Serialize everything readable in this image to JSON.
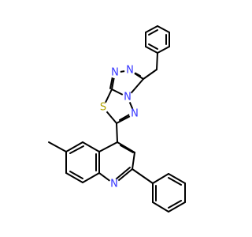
{
  "structure": {
    "colors": {
      "background": "#ffffff",
      "bond": "#000000",
      "N": "#3333ff",
      "S": "#b2a300"
    },
    "atoms": [
      {
        "id": "N1",
        "element": "N",
        "label": "N"
      },
      {
        "id": "N2",
        "element": "N",
        "label": "N"
      },
      {
        "id": "N3",
        "element": "N",
        "label": "N"
      },
      {
        "id": "N4",
        "element": "N",
        "label": "N"
      },
      {
        "id": "S1",
        "element": "S",
        "label": "S"
      },
      {
        "id": "N5",
        "element": "N",
        "label": "N"
      }
    ]
  }
}
